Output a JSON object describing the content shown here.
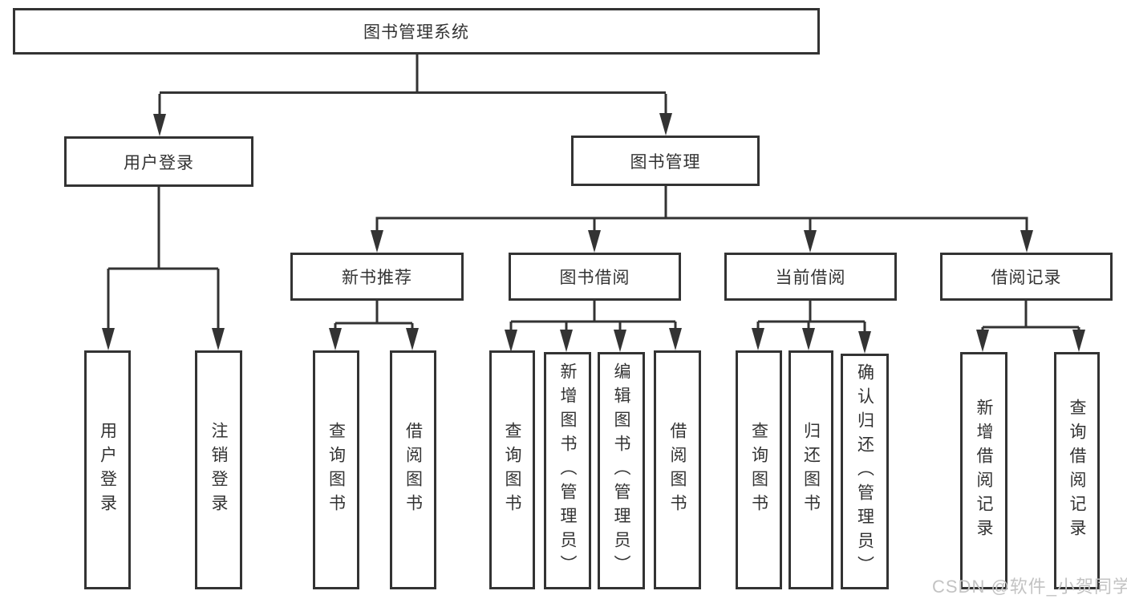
{
  "colors": {
    "background": "#ffffff",
    "line": "#333333",
    "box_border": "#333333",
    "text": "#333333",
    "watermark": "#c3c3c3"
  },
  "watermark": {
    "text": "CSDN @软件_小贺同学"
  },
  "tree": {
    "label": "图书管理系统",
    "children": [
      {
        "label": "用户登录",
        "children": [
          {
            "label": "用户登录"
          },
          {
            "label": "注销登录"
          }
        ]
      },
      {
        "label": "图书管理",
        "children": [
          {
            "label": "新书推荐",
            "children": [
              {
                "label": "查询图书"
              },
              {
                "label": "借阅图书"
              }
            ]
          },
          {
            "label": "图书借阅",
            "children": [
              {
                "label": "查询图书"
              },
              {
                "label": "新增图书（管理员）"
              },
              {
                "label": "编辑图书（管理员）"
              },
              {
                "label": "借阅图书"
              }
            ]
          },
          {
            "label": "当前借阅",
            "children": [
              {
                "label": "查询图书"
              },
              {
                "label": "归还图书"
              },
              {
                "label": "确认归还（管理员）"
              }
            ]
          },
          {
            "label": "借阅记录",
            "children": [
              {
                "label": "新增借阅记录"
              },
              {
                "label": "查询借阅记录"
              }
            ]
          }
        ]
      }
    ]
  }
}
